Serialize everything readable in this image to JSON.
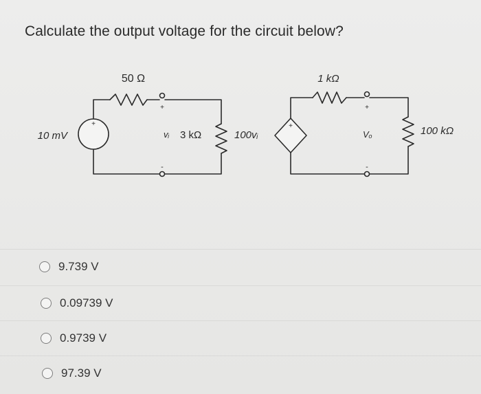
{
  "question": {
    "text": "Calculate the output voltage for the circuit below?"
  },
  "circuit": {
    "source_label": "10 mV",
    "source_plus": "+",
    "series_resistor_1": "50 Ω",
    "input_label": "vᵢ",
    "input_resistor": "3 kΩ",
    "dependent_source_label": "100vᵢ",
    "dependent_source_plus": "+",
    "series_resistor_2": "1 kΩ",
    "output_label": "Vₒ",
    "load_resistor": "100 kΩ",
    "plus_sign": "+",
    "minus_sign": "-"
  },
  "options": [
    {
      "label": "9.739 V"
    },
    {
      "label": "0.09739 V"
    },
    {
      "label": "0.9739 V"
    },
    {
      "label": "97.39 V"
    }
  ]
}
